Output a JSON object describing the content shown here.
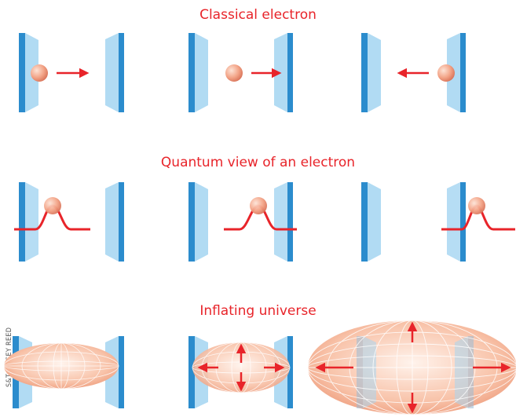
{
  "titles": {
    "classical": "Classical electron",
    "quantum": "Quantum view of an electron",
    "inflating": "Inflating universe"
  },
  "credit": "S&T: CASEY REED",
  "colors": {
    "accent": "#e8242a",
    "plate_face": "#a9d7f2",
    "plate_edge": "#2b8ccd",
    "electron": "#f3a487"
  }
}
